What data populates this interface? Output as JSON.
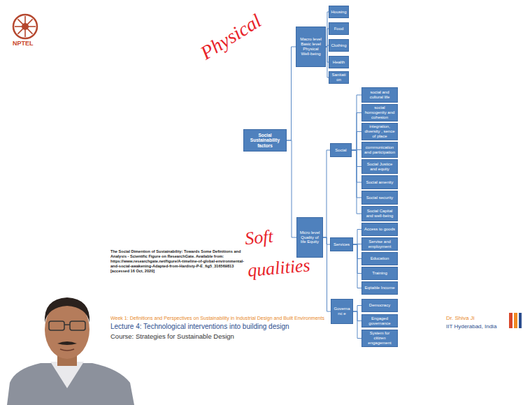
{
  "diagram": {
    "nodes": [
      {
        "text": [
          "Social Sustainability factors"
        ]
      },
      {
        "text": [
          "Macro level Basic level Physical Well-being"
        ]
      },
      {
        "text": [
          "Housing"
        ]
      },
      {
        "text": [
          "Food"
        ]
      },
      {
        "text": [
          "Clothing"
        ]
      },
      {
        "text": [
          "Health"
        ]
      },
      {
        "text": [
          "Sanitation"
        ]
      },
      {
        "text": [
          "Micro level Quality of life Equity"
        ]
      },
      {
        "text": [
          "Social"
        ]
      },
      {
        "text": [
          "social and cultural life"
        ]
      },
      {
        "text": [
          "social homogenity and cohesion"
        ]
      },
      {
        "text": [
          "integration, diversity , sence of place"
        ]
      },
      {
        "text": [
          "communication and participation"
        ]
      },
      {
        "text": [
          "Social Justice and equity"
        ]
      },
      {
        "text": [
          "Social amenity"
        ]
      },
      {
        "text": [
          "Social security"
        ]
      },
      {
        "text": [
          "Social Capital and well-being"
        ]
      },
      {
        "text": [
          "Services"
        ]
      },
      {
        "text": [
          "Access to goods"
        ]
      },
      {
        "text": [
          "Servise and employment"
        ]
      },
      {
        "text": [
          "Education"
        ]
      },
      {
        "text": [
          "Training"
        ]
      },
      {
        "text": [
          "Eqitable Income"
        ]
      },
      {
        "text": [
          "Governanc e"
        ]
      },
      {
        "text": [
          "Democracy"
        ]
      },
      {
        "text": [
          "Engaged governance"
        ]
      },
      {
        "text": [
          "System for citizen engagement"
        ]
      }
    ],
    "edges": [
      {
        "from": 0,
        "to": 1,
        "arrow": "none"
      },
      {
        "from": 1,
        "to": 2,
        "arrow": "none"
      },
      {
        "from": 1,
        "to": 3,
        "arrow": "none"
      },
      {
        "from": 1,
        "to": 4,
        "arrow": "none"
      },
      {
        "from": 1,
        "to": 5,
        "arrow": "none"
      },
      {
        "from": 1,
        "to": 6,
        "arrow": "none"
      },
      {
        "from": 0,
        "to": 7,
        "arrow": "none"
      },
      {
        "from": 7,
        "to": 8,
        "arrow": "none"
      },
      {
        "from": 8,
        "to": 9,
        "arrow": "none"
      },
      {
        "from": 8,
        "to": 10,
        "arrow": "none"
      },
      {
        "from": 8,
        "to": 11,
        "arrow": "none"
      },
      {
        "from": 8,
        "to": 12,
        "arrow": "none"
      },
      {
        "from": 8,
        "to": 13,
        "arrow": "none"
      },
      {
        "from": 8,
        "to": 14,
        "arrow": "none"
      },
      {
        "from": 8,
        "to": 15,
        "arrow": "none"
      },
      {
        "from": 8,
        "to": 16,
        "arrow": "none"
      },
      {
        "from": 7,
        "to": 17,
        "arrow": "none"
      },
      {
        "from": 17,
        "to": 18,
        "arrow": "none"
      },
      {
        "from": 17,
        "to": 19,
        "arrow": "none"
      },
      {
        "from": 17,
        "to": 20,
        "arrow": "none"
      },
      {
        "from": 17,
        "to": 21,
        "arrow": "none"
      },
      {
        "from": 17,
        "to": 22,
        "arrow": "none"
      },
      {
        "from": 7,
        "to": 23,
        "arrow": "none"
      },
      {
        "from": 23,
        "to": 24,
        "arrow": "none"
      },
      {
        "from": 23,
        "to": 25,
        "arrow": "none"
      },
      {
        "from": 23,
        "to": 26,
        "arrow": "none"
      }
    ],
    "labels": [
      "NPTEL",
      "Physical",
      "Soft qualities",
      "The Social Dimention of Sustainability: Towards Some Definitions and Analysis - Scientific Figure on ResearchGate. Available from: https://www.researchgate.net/figure/A-timeline-of-global-environmental-and-social-awakening-Adapted-from-Hardisty-P-E_fig5_316569813 [accessed 16 Oct, 2020]",
      "Week 1: Definitions and Perspectives on Sustainability in Industrial Design and Built Environments",
      "Lecture 4: Technological interventions into building design",
      "Course: Strategies for Sustainable Design",
      "Dr. Shiva Ji",
      "IIT Hyderabad, India"
    ]
  }
}
